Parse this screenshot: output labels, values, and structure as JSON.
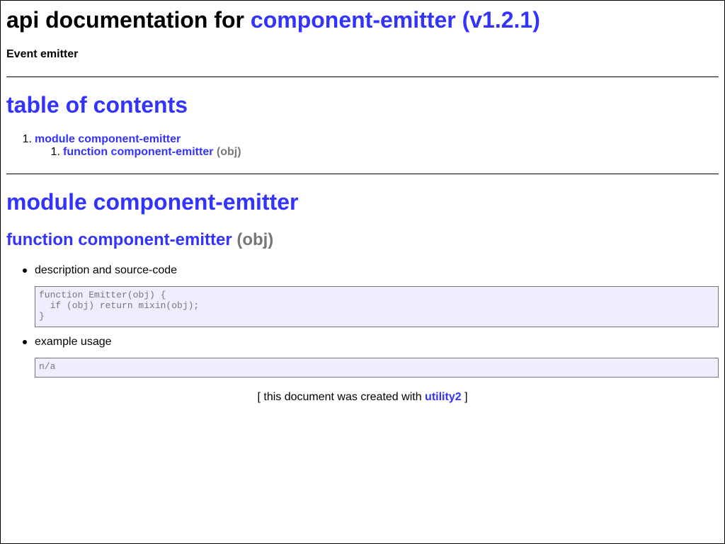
{
  "header": {
    "title_prefix": "api documentation for",
    "title_link": "component-emitter (v1.2.1)",
    "subtitle": "Event emitter"
  },
  "toc": {
    "heading": "table of contents",
    "items": [
      {
        "number": "1.",
        "label": "module component-emitter",
        "children": [
          {
            "number": "1.",
            "label": "function component-emitter",
            "signature": "(obj)"
          }
        ]
      }
    ]
  },
  "module": {
    "heading": "module component-emitter",
    "function": {
      "name": "function component-emitter",
      "signature": "(obj)",
      "sections": [
        {
          "label": "description and source-code",
          "code": "function Emitter(obj) {\n  if (obj) return mixin(obj);\n}"
        },
        {
          "label": "example usage",
          "code": "n/a"
        }
      ]
    }
  },
  "footer": {
    "prefix": "[ this document was created with",
    "link": "utility2",
    "suffix": "]"
  },
  "colors": {
    "link": "#3333ff",
    "muted": "#777777",
    "code_bg": "#eeeeff"
  }
}
